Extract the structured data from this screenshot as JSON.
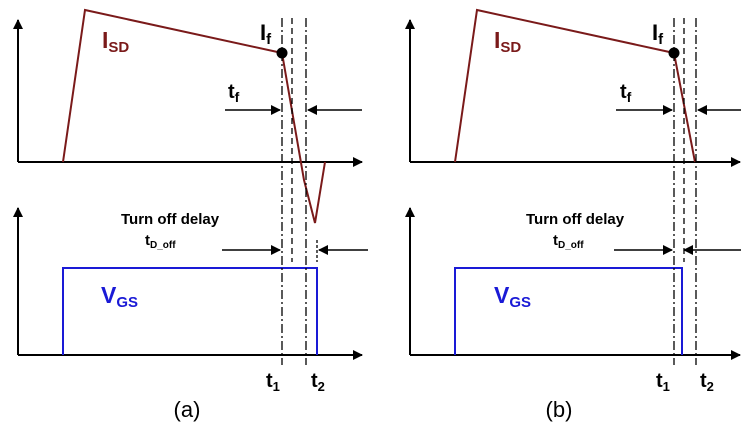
{
  "panels": [
    {
      "id": "a",
      "caption": "(a)",
      "isd_label": "I",
      "isd_sub": "SD",
      "if_label": "I",
      "if_sub": "f",
      "tf_label": "t",
      "tf_sub": "f",
      "turnoff_label": "Turn off delay",
      "tdoff_label": "t",
      "tdoff_sub": "D_off",
      "vgs_label": "V",
      "vgs_sub": "GS",
      "t1_label": "t",
      "t1_sub": "1",
      "t2_label": "t",
      "t2_sub": "2"
    },
    {
      "id": "b",
      "caption": "(b)",
      "isd_label": "I",
      "isd_sub": "SD",
      "if_label": "I",
      "if_sub": "f",
      "tf_label": "t",
      "tf_sub": "f",
      "turnoff_label": "Turn off delay",
      "tdoff_label": "t",
      "tdoff_sub": "D_off",
      "vgs_label": "V",
      "vgs_sub": "GS",
      "t1_label": "t",
      "t1_sub": "1",
      "t2_label": "t",
      "t2_sub": "2"
    }
  ],
  "colors": {
    "isd_waveform": "#7a1a1a",
    "vgs_waveform": "#1a1ad6",
    "axes": "#000000"
  }
}
